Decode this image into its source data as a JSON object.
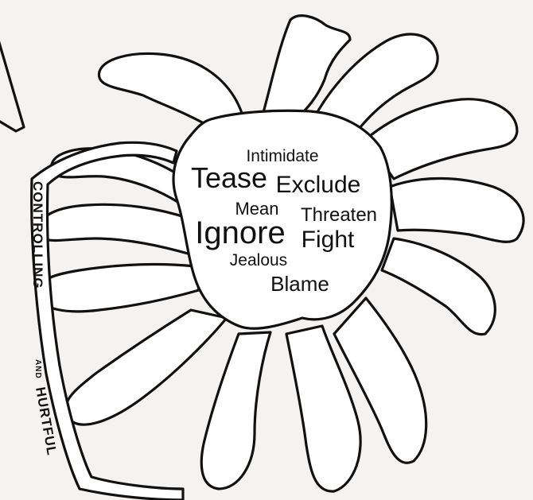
{
  "flower": {
    "center_words": [
      {
        "text": "Intimidate"
      },
      {
        "text": "Tease"
      },
      {
        "text": "Exclude"
      },
      {
        "text": "Mean"
      },
      {
        "text": "Threaten"
      },
      {
        "text": "Ignore"
      },
      {
        "text": "Fight"
      },
      {
        "text": "Jealous"
      },
      {
        "text": "Blame"
      }
    ]
  },
  "ribbon": {
    "word_1": "CONTROLLING",
    "word_2": "AND",
    "word_3": "HURTFUL"
  },
  "colors": {
    "outline": "#111111",
    "fill": "#ffffff",
    "background": "#f4f3f1"
  }
}
